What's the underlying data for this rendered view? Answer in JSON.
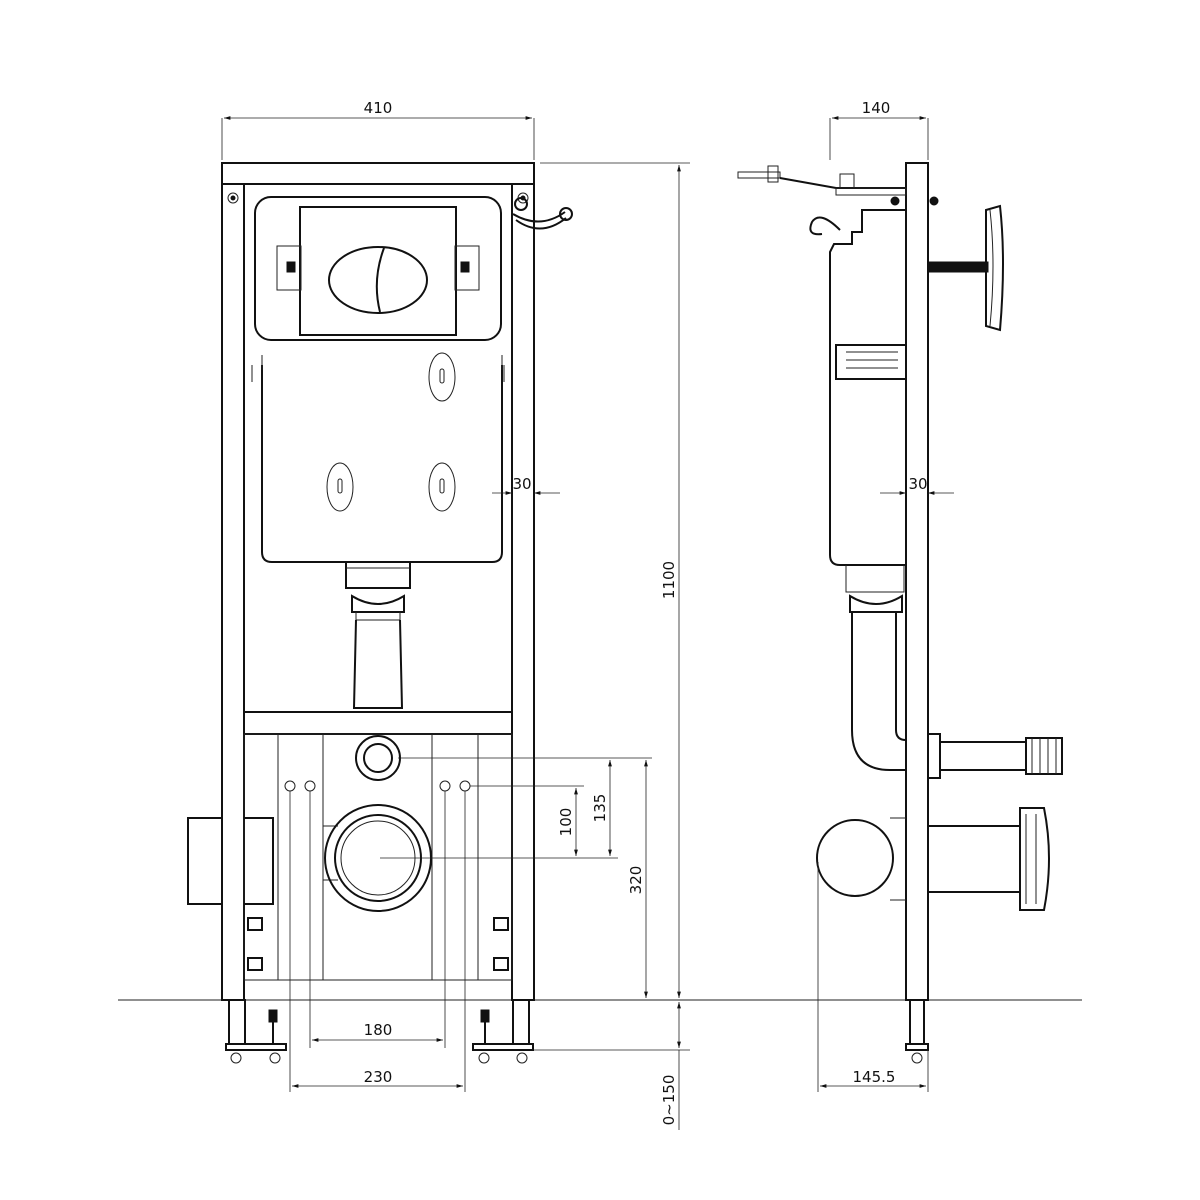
{
  "dimensions": {
    "front_width": "410",
    "side_depth": "140",
    "total_height": "1100",
    "front_offset": "30",
    "side_offset": "30",
    "inlet_height": "135",
    "outlet_offset": "100",
    "outlet_height": "320",
    "bolt_spacing": "180",
    "anchor_spacing": "230",
    "leg_adjust": "0~150",
    "side_outlet_depth": "145.5"
  },
  "colors": {
    "line": "#111111",
    "background": "#ffffff"
  }
}
